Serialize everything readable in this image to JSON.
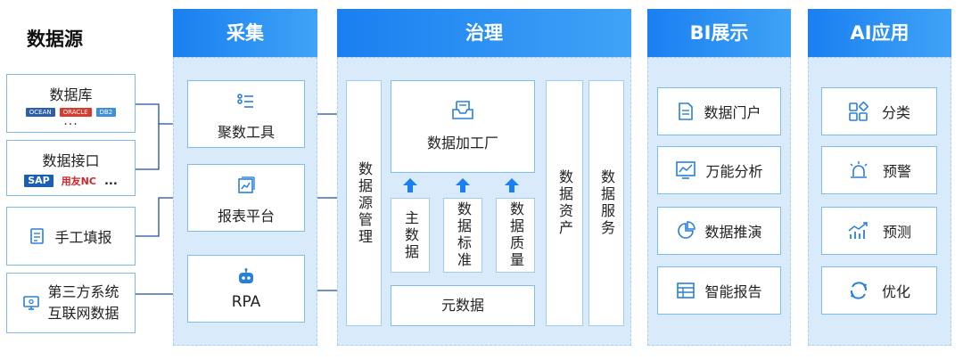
{
  "sources": {
    "title": "数据源",
    "items": [
      {
        "label": "数据库",
        "logos": [
          "OCEAN",
          "ORACLE",
          "DB2"
        ],
        "more": "..."
      },
      {
        "label": "数据接口",
        "logos": [
          "SAP",
          "用友NC"
        ],
        "more": "..."
      },
      {
        "label": "手工填报"
      },
      {
        "label_line1": "第三方系统",
        "label_line2": "互联网数据"
      }
    ]
  },
  "collect": {
    "header": "采集",
    "cards": [
      "聚数工具",
      "报表平台",
      "RPA"
    ]
  },
  "govern": {
    "header": "治理",
    "source_mgmt": "数据源管理",
    "factory": "数据加工厂",
    "sub": [
      "主数据",
      "数据标准",
      "数据质量"
    ],
    "meta": "元数据",
    "assets": "数据资产",
    "services": "数据服务"
  },
  "bi": {
    "header": "BI展示",
    "cards": [
      "数据门户",
      "万能分析",
      "数据推演",
      "智能报告"
    ]
  },
  "ai": {
    "header": "AI应用",
    "cards": [
      "分类",
      "预警",
      "预测",
      "优化"
    ]
  },
  "colors": {
    "accent": "#1a7ff0",
    "panel": "#d9ebfa",
    "border": "#7fbcf0",
    "line": "#1f4f9e"
  }
}
